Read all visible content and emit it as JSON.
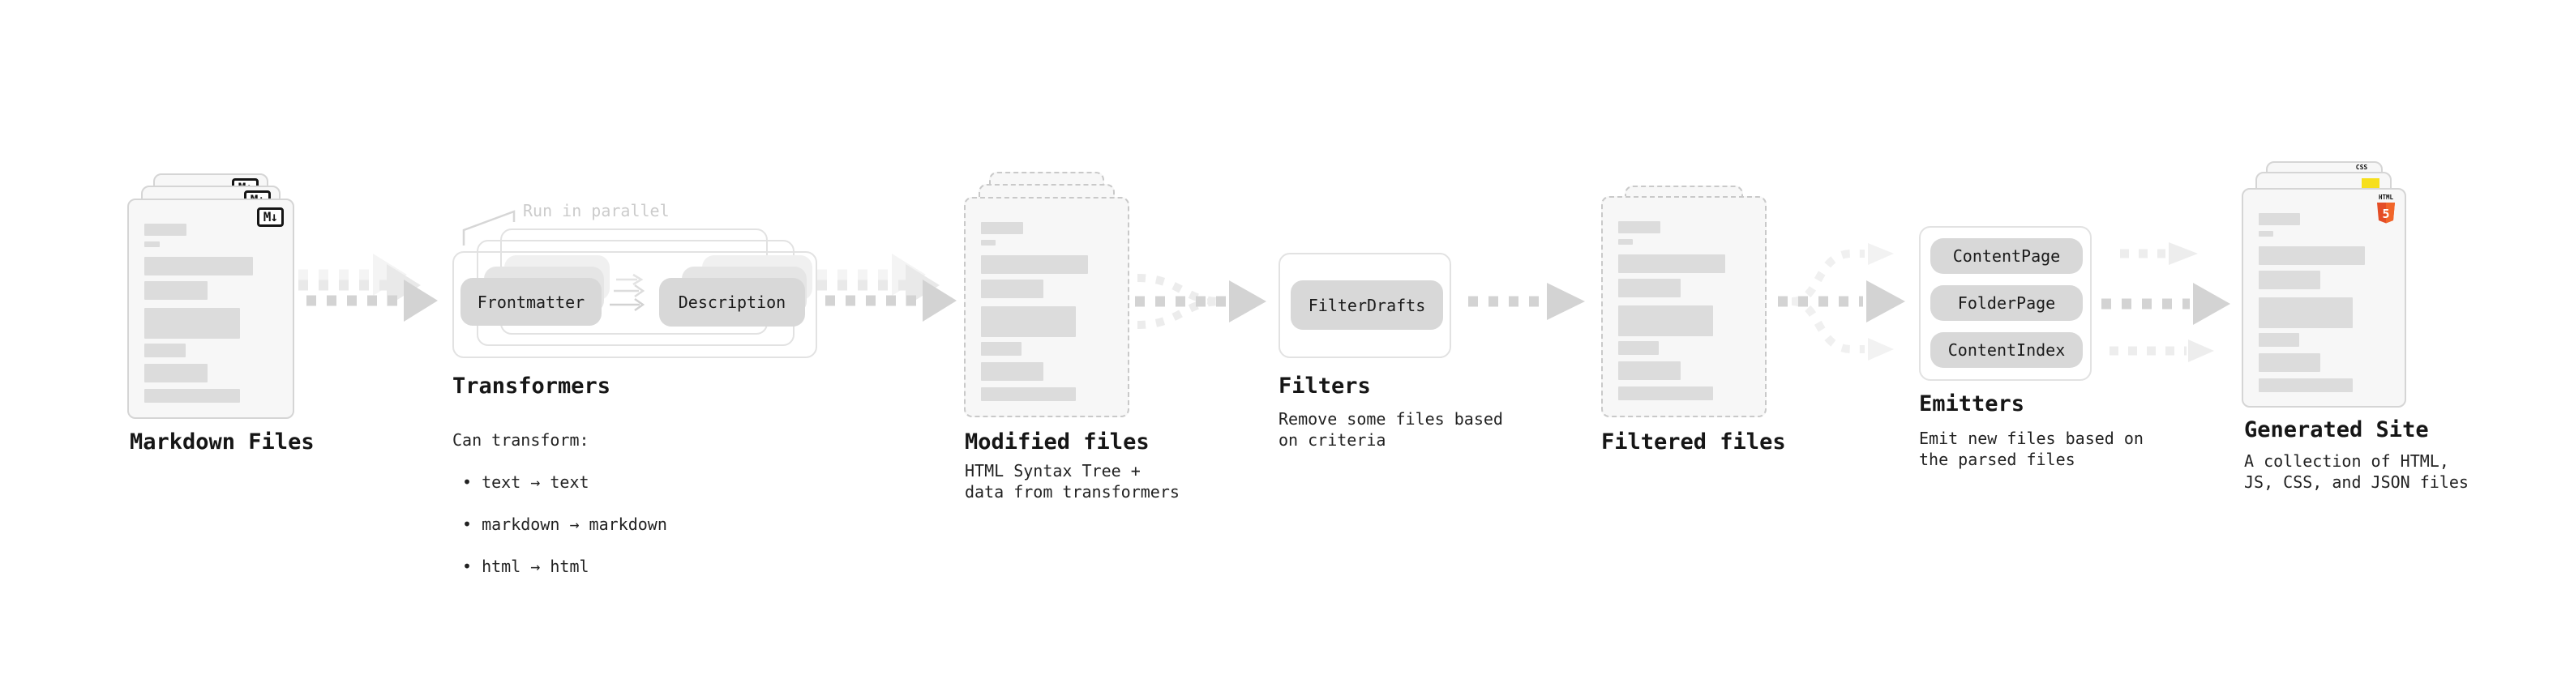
{
  "diagram": {
    "markdown": {
      "label": "Markdown Files",
      "badge": "M↓"
    },
    "transformers": {
      "label": "Transformers",
      "note": "Run in parallel",
      "chip_a": "Frontmatter",
      "chip_b": "Description",
      "caption_intro": "Can transform:",
      "bullets": [
        "• text → text",
        "• markdown → markdown",
        "• html → html"
      ]
    },
    "modified": {
      "label": "Modified files",
      "caption": "HTML Syntax Tree +\ndata from transformers"
    },
    "filters": {
      "label": "Filters",
      "chip": "FilterDrafts",
      "caption": "Remove some files based\non criteria"
    },
    "filtered": {
      "label": "Filtered files"
    },
    "emitters": {
      "label": "Emitters",
      "chips": [
        "ContentPage",
        "FolderPage",
        "ContentIndex"
      ],
      "caption": "Emit new files based on\nthe parsed files"
    },
    "generated": {
      "label": "Generated Site",
      "caption": "A collection of HTML,\nJS, CSS, and JSON files",
      "badge_css": "CSS",
      "badge_html": "HTML",
      "badge_html_number": "5"
    }
  },
  "colors": {
    "html5_orange": "#e44d26",
    "html5_orange_light": "#f16529",
    "js_yellow": "#f6df1d",
    "css_blue": "#2962ff",
    "arrow_gray": "#d3d3d3",
    "arrow_ghost": "#e9e9e9"
  }
}
